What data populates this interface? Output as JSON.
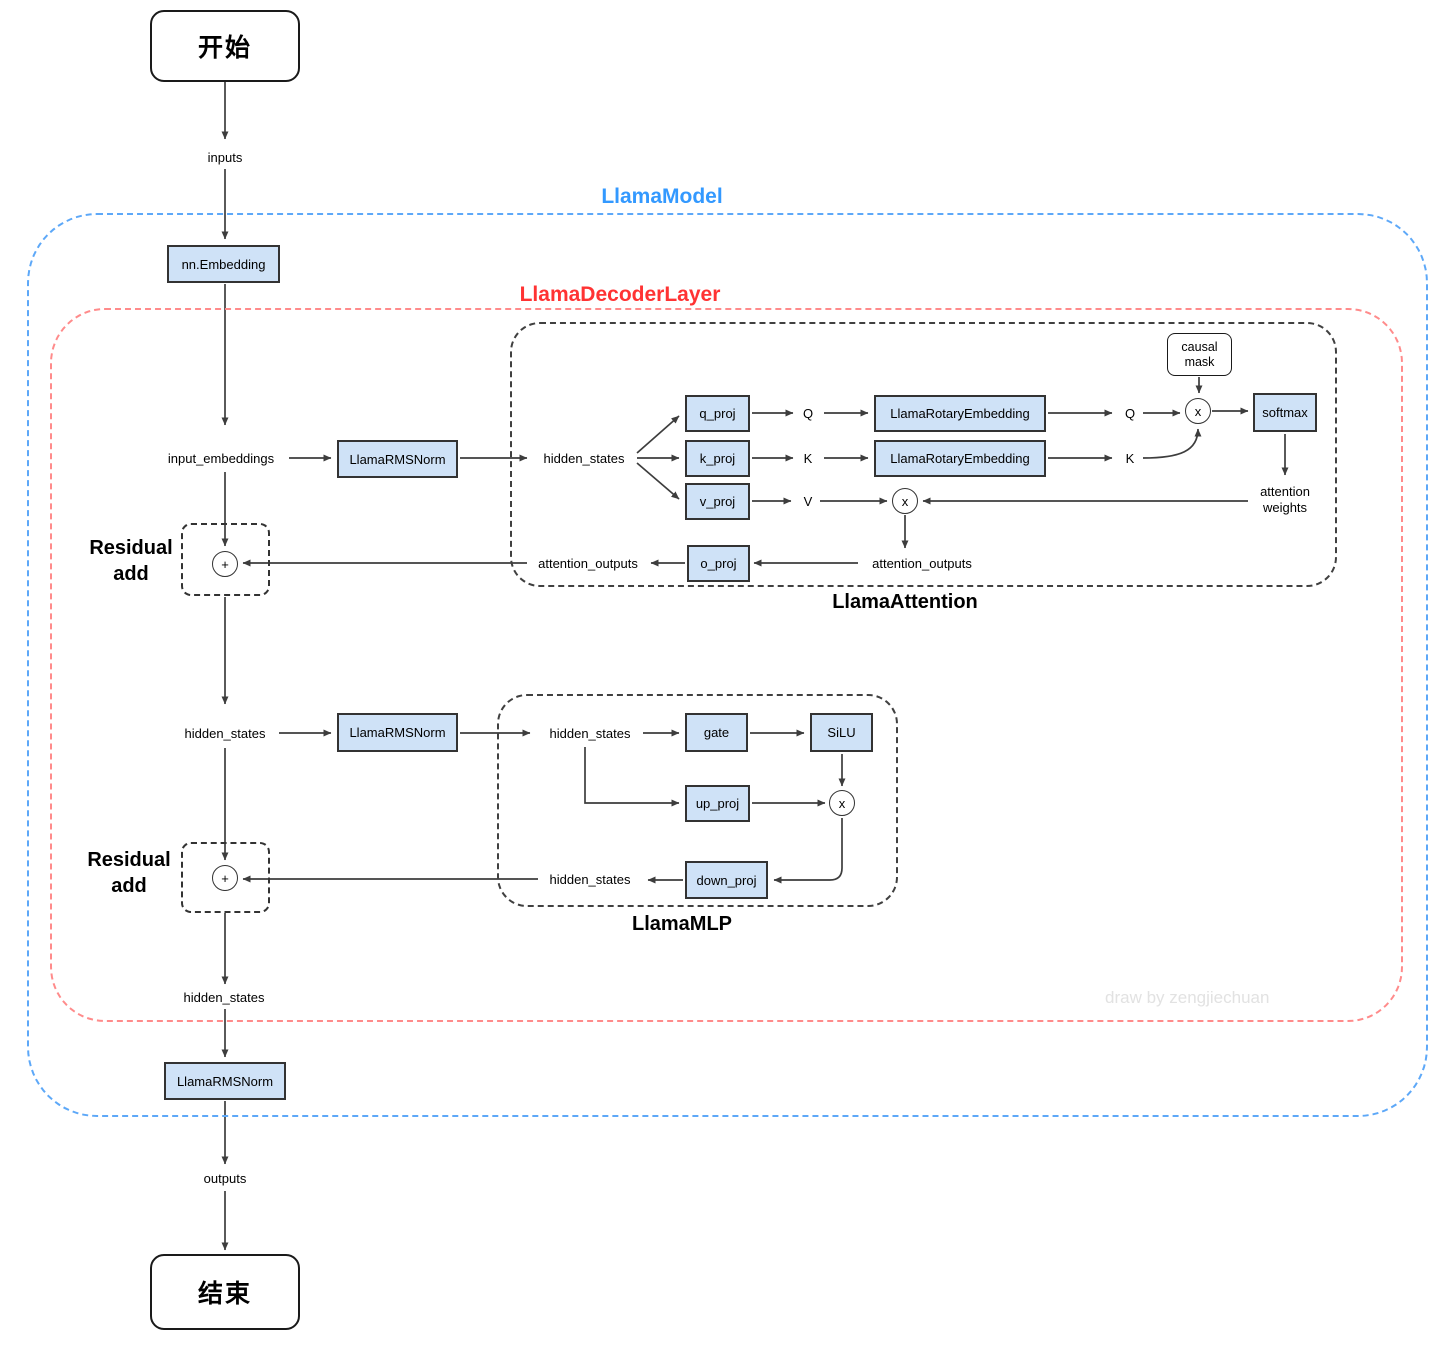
{
  "containers": {
    "model_label": "LlamaModel",
    "decoder_label": "LlamaDecoderLayer",
    "attention_label": "LlamaAttention",
    "mlp_label": "LlamaMLP"
  },
  "terminals": {
    "start": "开始",
    "end": "结束"
  },
  "modules": {
    "embedding": "nn.Embedding",
    "rmsnorm": "LlamaRMSNorm",
    "q_proj": "q_proj",
    "k_proj": "k_proj",
    "v_proj": "v_proj",
    "o_proj": "o_proj",
    "rotary": "LlamaRotaryEmbedding",
    "softmax": "softmax",
    "gate": "gate",
    "silu": "SiLU",
    "up_proj": "up_proj",
    "down_proj": "down_proj",
    "causal_mask": "causal mask"
  },
  "labels": {
    "inputs": "inputs",
    "outputs": "outputs",
    "input_embeddings": "input_embeddings",
    "hidden_states": "hidden_states",
    "q": "Q",
    "k": "K",
    "v": "V",
    "attention_weights": "attention weights",
    "attention_outputs": "attention_outputs",
    "residual_add": "Residual add"
  },
  "operators": {
    "plus": "+",
    "times": "x"
  },
  "watermark": "draw by zengjiechuan",
  "colors": {
    "model_border": "#5da8f8",
    "model_label": "#3399ff",
    "decoder_border": "#ff8b8b",
    "decoder_label": "#ff3333",
    "module_fill": "#cfe2f7",
    "module_border": "#333333",
    "line": "#3d3d3d",
    "watermark": "#e2e2e2"
  }
}
